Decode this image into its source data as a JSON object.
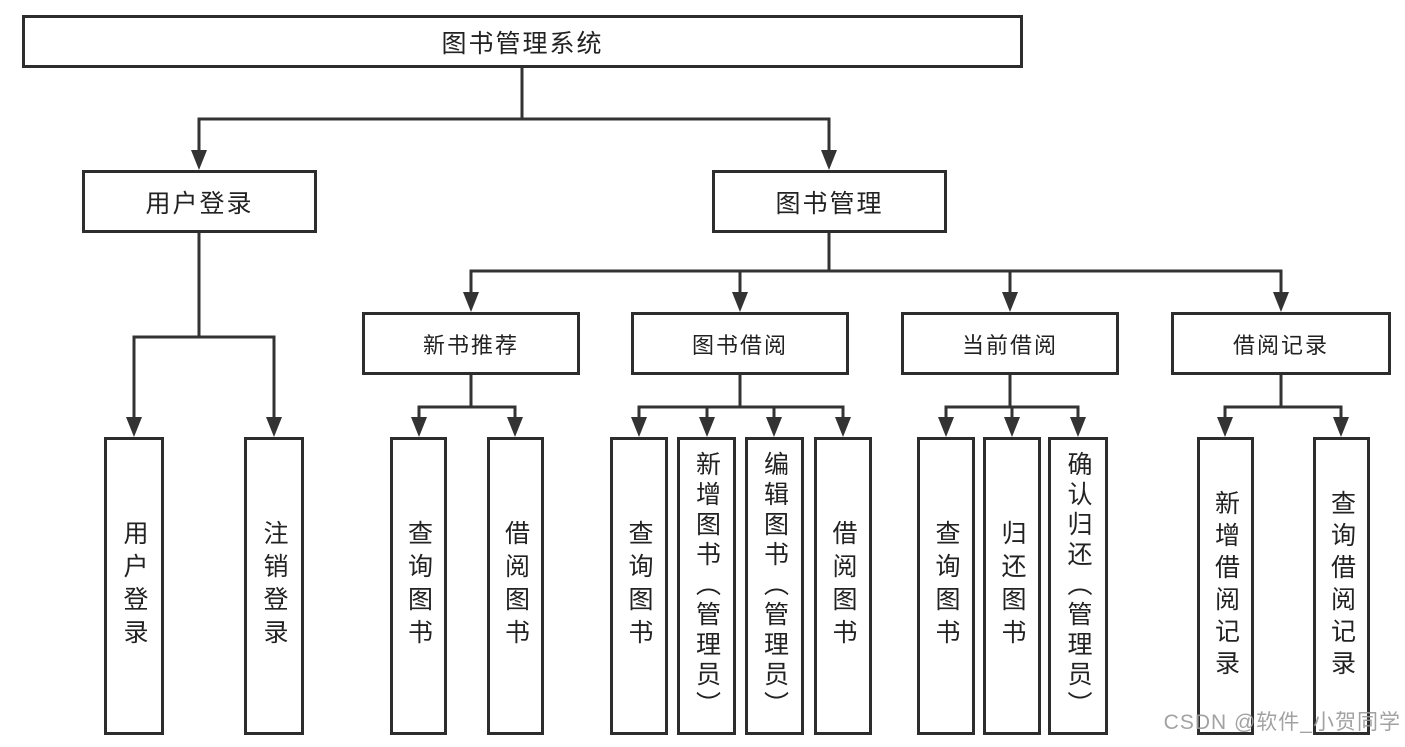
{
  "tree": {
    "label": "图书管理系统",
    "children": [
      {
        "label": "用户登录",
        "children": [
          {
            "label": "用户登录"
          },
          {
            "label": "注销登录"
          }
        ]
      },
      {
        "label": "图书管理",
        "children": [
          {
            "label": "新书推荐",
            "children": [
              {
                "label": "查询图书"
              },
              {
                "label": "借阅图书"
              }
            ]
          },
          {
            "label": "图书借阅",
            "children": [
              {
                "label": "查询图书"
              },
              {
                "label": "新增图书（管理员）"
              },
              {
                "label": "编辑图书（管理员）"
              },
              {
                "label": "借阅图书"
              }
            ]
          },
          {
            "label": "当前借阅",
            "children": [
              {
                "label": "查询图书"
              },
              {
                "label": "归还图书"
              },
              {
                "label": "确认归还（管理员）"
              }
            ]
          },
          {
            "label": "借阅记录",
            "children": [
              {
                "label": "新增借阅记录"
              },
              {
                "label": "查询借阅记录"
              }
            ]
          }
        ]
      }
    ]
  },
  "watermark": "CSDN @软件_小贺同学",
  "colors": {
    "line": "#333333",
    "border": "#2d2d2d",
    "text": "#222222",
    "watermark": "#9b9b9b",
    "background": "#ffffff"
  }
}
